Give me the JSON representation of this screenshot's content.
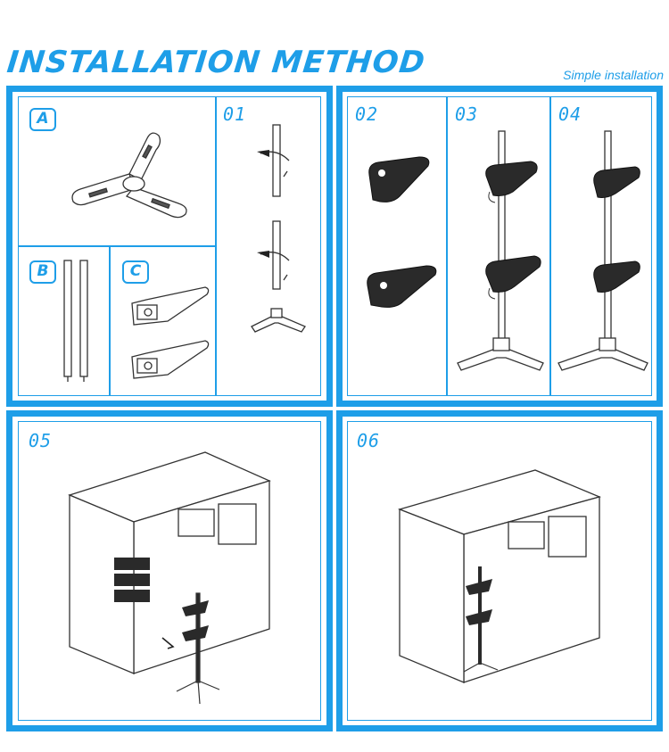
{
  "header": {
    "title": "INSTALLATION METHOD",
    "subtitle": "Simple installation"
  },
  "parts": {
    "a": "A",
    "b": "B",
    "c": "C"
  },
  "steps": {
    "s01": "01",
    "s02": "02",
    "s03": "03",
    "s04": "04",
    "s05": "05",
    "s06": "06"
  },
  "colors": {
    "accent": "#1e9ee8",
    "line": "#333333",
    "bracket": "#2a2a2a"
  }
}
